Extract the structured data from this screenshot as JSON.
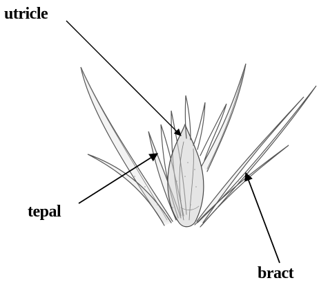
{
  "labels": {
    "utricle": "utricle",
    "tepal": "tepal",
    "bract": "bract"
  },
  "colors": {
    "background": "#ffffff",
    "ink": "#000000",
    "drawing": "#5a5a5a"
  }
}
